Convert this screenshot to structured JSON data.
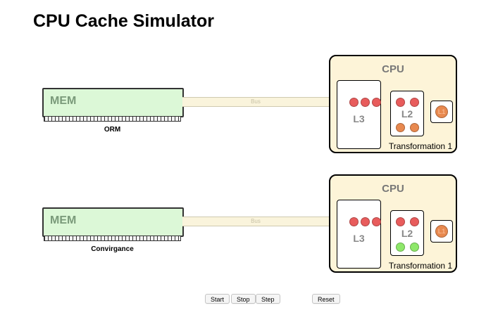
{
  "title": "CPU Cache Simulator",
  "simulators": [
    {
      "mem_label": "MEM",
      "mem_name": "ORM",
      "bus_label": "Bus",
      "cpu_label": "CPU",
      "l3_label": "L3",
      "l2_label": "L2",
      "l1_label": "L1",
      "transformation": "Transformation 1",
      "l3_dots": [
        "#e85c5c",
        "#e85c5c",
        "#e85c5c"
      ],
      "l2_dots": [
        "#e85c5c",
        "#e85c5c",
        "#e8894f",
        "#e8894f"
      ],
      "l1_dot": "#e8894f"
    },
    {
      "mem_label": "MEM",
      "mem_name": "Convirgance",
      "bus_label": "Bus",
      "cpu_label": "CPU",
      "l3_label": "L3",
      "l2_label": "L2",
      "l1_label": "L1",
      "transformation": "Transformation 1",
      "l3_dots": [
        "#e85c5c",
        "#e85c5c",
        "#e85c5c"
      ],
      "l2_dots": [
        "#e85c5c",
        "#e85c5c",
        "#8ee86a",
        "#8ee86a"
      ],
      "l1_dot": "#e8894f"
    }
  ],
  "controls": {
    "start": "Start",
    "stop": "Stop",
    "step": "Step",
    "reset": "Reset"
  }
}
